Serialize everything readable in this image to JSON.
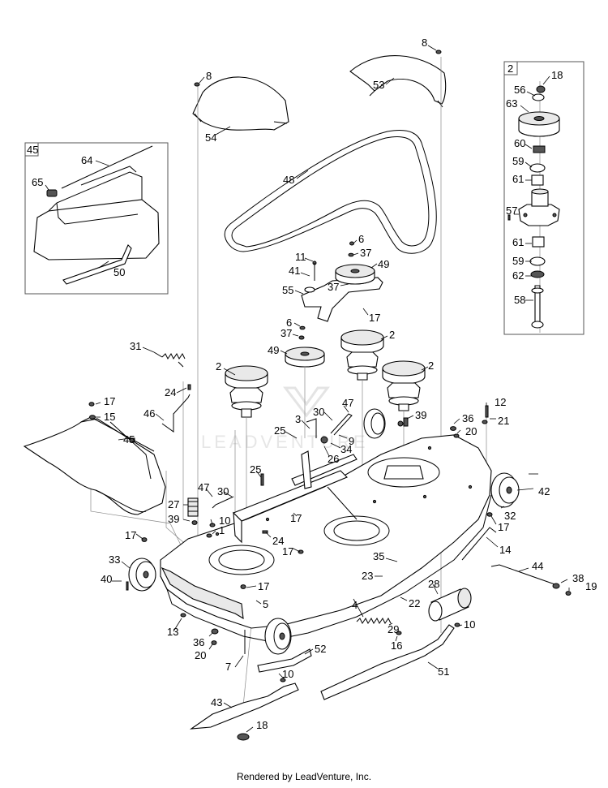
{
  "footer": "Rendered by LeadVenture, Inc.",
  "watermark": "LEADVENTURE",
  "inset_labels": {
    "left_box": "45",
    "right_box": "2"
  },
  "callouts": {
    "c8a": "8",
    "c8b": "8",
    "c53": "53",
    "c54": "54",
    "c48": "48",
    "c64": "64",
    "c65": "65",
    "c50": "50",
    "c11": "11",
    "c6a": "6",
    "c37a": "37",
    "c49a": "49",
    "c41": "41",
    "c37b": "37",
    "c55": "55",
    "c17a": "17",
    "c6b": "6",
    "c37c": "37",
    "c49b": "49",
    "c2a": "2",
    "c2b": "2",
    "c2c": "2",
    "c31": "31",
    "c24a": "24",
    "c17b": "17",
    "c15": "15",
    "c46": "46",
    "c45": "45",
    "c3": "3",
    "c25a": "25",
    "c30a": "30",
    "c47a": "47",
    "c9": "9",
    "c34": "34",
    "c26": "26",
    "c39a": "39",
    "c12": "12",
    "c36a": "36",
    "c20a": "20",
    "c21": "21",
    "c25b": "25",
    "c47b": "47",
    "c30b": "30",
    "c27": "27",
    "c39b": "39",
    "c10a": "10",
    "c1": "1",
    "c17c": "17",
    "c24b": "24",
    "c17d": "17",
    "c42": "42",
    "c32": "32",
    "c17e": "17",
    "c17f": "17",
    "c14": "14",
    "c33": "33",
    "c40": "40",
    "c35": "35",
    "c23": "23",
    "c22": "22",
    "c44": "44",
    "c38": "38",
    "c19": "19",
    "c17g": "17",
    "c5": "5",
    "c4": "4",
    "c28": "28",
    "c13": "13",
    "c29": "29",
    "c10b": "10",
    "c16": "16",
    "c36b": "36",
    "c20b": "20",
    "c52": "52",
    "c7": "7",
    "c10c": "10",
    "c51": "51",
    "c43": "43",
    "c18a": "18",
    "c18b": "18",
    "c56": "56",
    "c63": "63",
    "c60": "60",
    "c59a": "59",
    "c61a": "61",
    "c57": "57",
    "c61b": "61",
    "c59b": "59",
    "c62": "62",
    "c58": "58"
  }
}
